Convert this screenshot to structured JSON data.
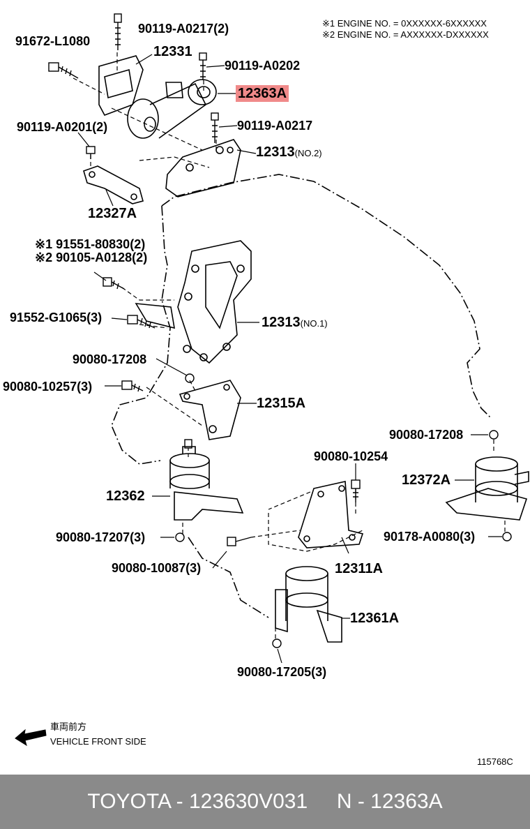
{
  "notes": {
    "engine1": "※1 ENGINE NO. = 0XXXXXX-6XXXXXX",
    "engine2": "※2 ENGINE NO. = AXXXXXX-DXXXXXX"
  },
  "labels": {
    "p90119_A0217_2": "90119-A0217(2)",
    "p91672_L1080": "91672-L1080",
    "p12331": "12331",
    "p90119_A0202": "90119-A0202",
    "p12363A": "12363A",
    "p90119_A0201_2": "90119-A0201(2)",
    "p90119_A0217": "90119-A0217",
    "p12313_no2": "12313",
    "p12313_no2_suffix": "(NO.2)",
    "p12327A": "12327A",
    "p91551_80830_2": "※1 91551-80830(2)",
    "p90105_A0128_2": "※2 90105-A0128(2)",
    "p91552_G1065_3": "91552-G1065(3)",
    "p12313_no1": "12313",
    "p12313_no1_suffix": "(NO.1)",
    "p90080_17208_a": "90080-17208",
    "p90080_10257_3": "90080-10257(3)",
    "p12315A": "12315A",
    "p90080_17208_b": "90080-17208",
    "p90080_10254": "90080-10254",
    "p12372A": "12372A",
    "p12362": "12362",
    "p90080_17207_3": "90080-17207(3)",
    "p90178_A0080_3": "90178-A0080(3)",
    "p90080_10087_3": "90080-10087(3)",
    "p12311A": "12311A",
    "p12361A": "12361A",
    "p90080_17205_3": "90080-17205(3)"
  },
  "front": {
    "jp": "車両前方",
    "en": "VEHICLE FRONT SIDE"
  },
  "diagram_code": "115768C",
  "footer": {
    "text": "TOYOTA - 123630V031     N - 12363A"
  },
  "highlight_color": "#f08a8a",
  "footer_color": "#8a8a8a"
}
